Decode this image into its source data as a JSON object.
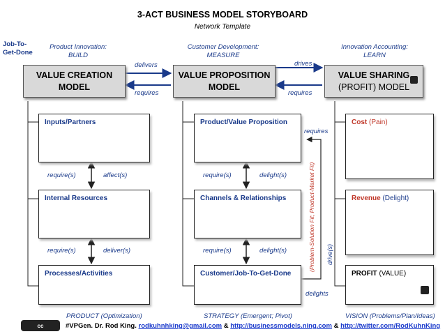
{
  "title": "3-ACT BUSINESS MODEL STORYBOARD",
  "subtitle": "Network Template",
  "side_label": "Job-To-Get-Done",
  "headers": [
    {
      "label": "Product Innovation:",
      "sub": "BUILD"
    },
    {
      "label": "Customer Development:",
      "sub": "MEASURE"
    },
    {
      "label": "Innovation Accounting:",
      "sub": "LEARN"
    }
  ],
  "models": [
    {
      "line1": "VALUE CREATION",
      "line2": "MODEL"
    },
    {
      "line1": "VALUE PROPOSITION",
      "line2": "MODEL"
    },
    {
      "line1": "VALUE SHARING",
      "line2": "(PROFIT) MODEL"
    }
  ],
  "connectors": {
    "delivers": "delivers",
    "requires_left": "requires",
    "drives": "drives",
    "requires_right": "requires",
    "requires_mid": "requires",
    "delights": "delights",
    "fit_label": "(Problem-Solution Fit; Product-Market Fit)",
    "drives_vertical": "drive(s)"
  },
  "columns": {
    "left": {
      "boxes": [
        "Inputs/Partners",
        "Internal Resources",
        "Processes/Activities"
      ],
      "rel1_a": "require(s)",
      "rel1_b": "affect(s)",
      "rel2_a": "require(s)",
      "rel2_b": "deliver(s)"
    },
    "middle": {
      "boxes": [
        "Product/Value Proposition",
        "Channels & Relationships",
        "Customer/Job-To-Get-Done"
      ],
      "rel1_a": "require(s)",
      "rel1_b": "delight(s)",
      "rel2_a": "require(s)",
      "rel2_b": "delight(s)"
    },
    "right": {
      "cost": {
        "main": "Cost",
        "paren": "(Pain)"
      },
      "revenue": {
        "main": "Revenue",
        "paren": "(Delight)"
      },
      "profit": {
        "main": "PROFIT",
        "paren": "(VALUE)"
      }
    }
  },
  "footer": {
    "left": "PRODUCT (Optimization)",
    "middle": "STRATEGY (Emergent; Pivot)",
    "right": "VISION (Problems/Plan/Ideas)",
    "cc_badge": "cc",
    "credit_prefix": "#VPGen. Dr. Rod King.",
    "email": "rodkuhnhking@gmail.com",
    "amp1": "&",
    "site": "http://businessmodels.ning.com",
    "amp2": "&",
    "twitter": "http://twitter.com/RodKuhnKing"
  }
}
